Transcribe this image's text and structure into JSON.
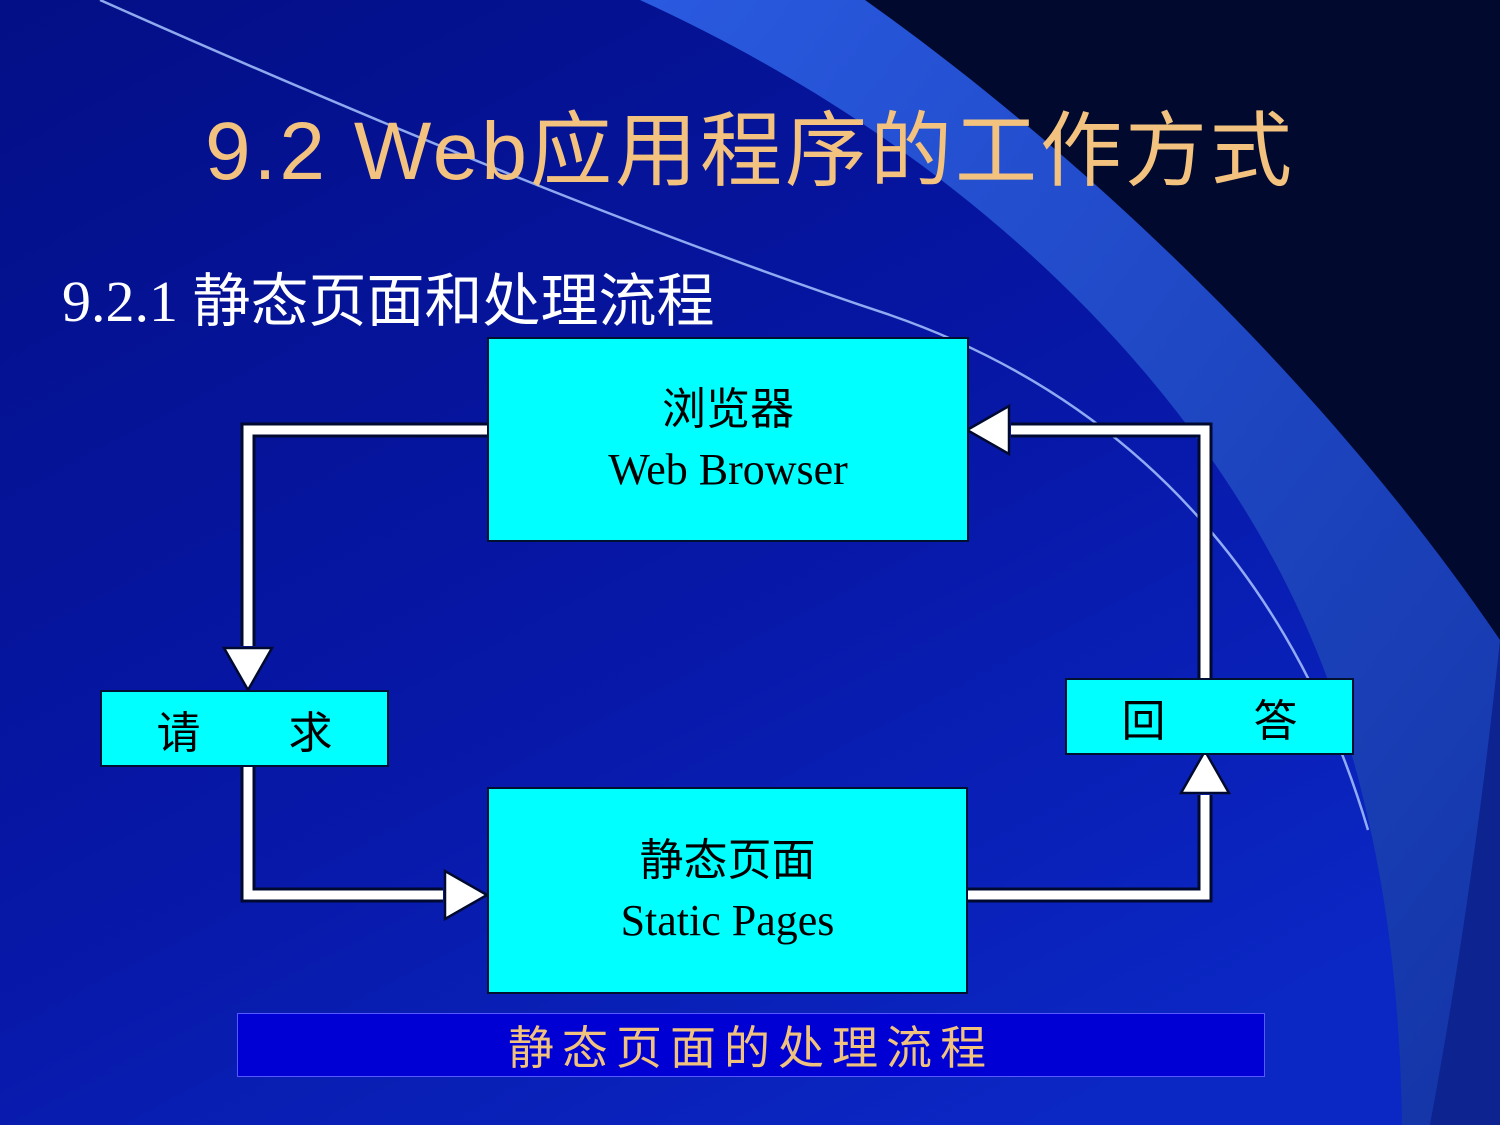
{
  "slide": {
    "title": "9.2 Web应用程序的工作方式",
    "subtitle": "9.2.1 静态页面和处理流程",
    "caption": "静态页面的处理流程"
  },
  "diagram": {
    "browser": {
      "zh": "浏览器",
      "en": "Web Browser"
    },
    "request": {
      "label": "请　　求"
    },
    "answer": {
      "label": "回　　答"
    },
    "static_pages": {
      "zh": "静态页面",
      "en": "Static Pages"
    }
  },
  "colors": {
    "box_fill": "#00ffff",
    "box_text": "#000000",
    "title": "#f2c27e",
    "subtitle": "#ffffff",
    "caption_fill": "#0000d4",
    "caption_text": "#f0c27e",
    "arrow": "#ffffff"
  }
}
